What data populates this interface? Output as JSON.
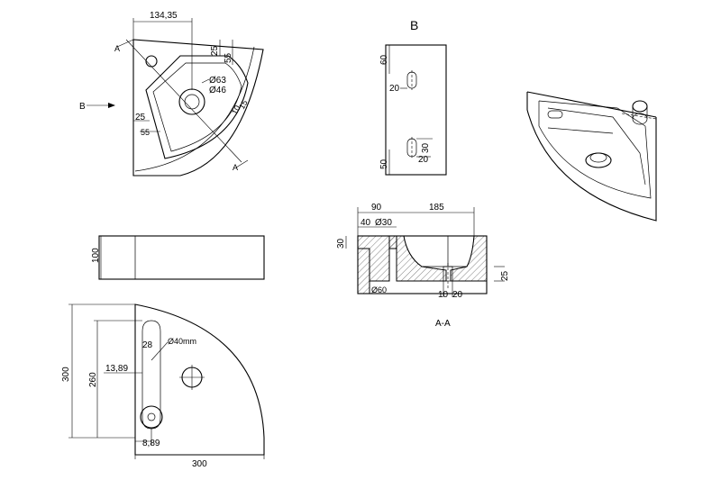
{
  "top_view": {
    "width_dim": "134,35",
    "dim_25_top": "25",
    "dim_55": "55",
    "dia_63": "Ø63",
    "dia_46": "Ø46",
    "dim_25_side": "25",
    "dim_55_side": "55",
    "dim_10": "10",
    "dim_15": "15",
    "section_marker_top": "A",
    "section_marker_bottom": "A",
    "view_arrow_label": "B"
  },
  "view_b": {
    "title": "B",
    "dim_60": "60",
    "dim_20_top": "20",
    "dim_30": "30",
    "dim_20_bottom": "20",
    "dim_50": "50"
  },
  "front_view": {
    "height_dim": "100"
  },
  "section_view": {
    "dim_90": "90",
    "dim_185": "185",
    "dim_40": "40",
    "dia_30": "Ø30",
    "dim_30": "30",
    "dia_60": "Ø60",
    "dim_10": "10",
    "dim_20": "20",
    "dim_25": "25",
    "caption": "A-A"
  },
  "bottom_view": {
    "dim_300_vertical": "300",
    "dim_260": "260",
    "dim_28": "28",
    "dia_40": "Ø40mm",
    "dim_13_89": "13,89",
    "dim_8_89": "8,89",
    "dim_300_horizontal": "300"
  }
}
